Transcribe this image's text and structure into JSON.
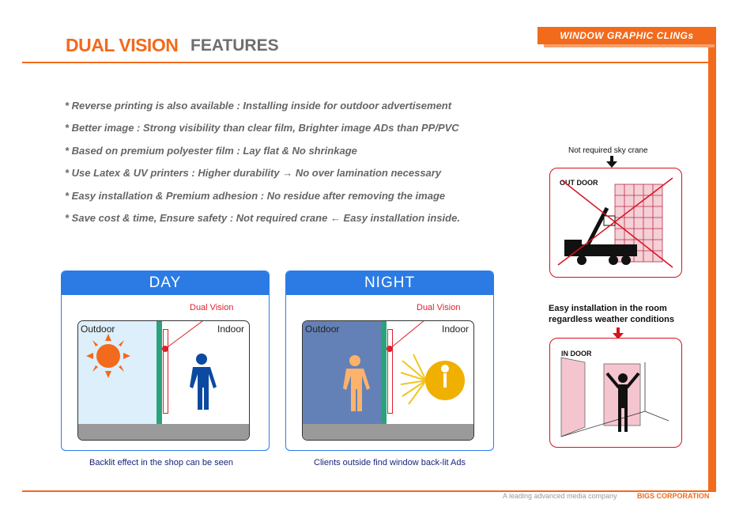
{
  "header": {
    "title_main": "DUAL VISION",
    "title_sub": "FEATURES",
    "tag": "WINDOW GRAPHIC CLINGs"
  },
  "bullets": [
    "* Reverse printing is also available : Installing inside for outdoor advertisement",
    "* Better image : Strong visibility than clear film, Brighter image ADs than PP/PVC",
    "* Based on premium polyester film : Lay flat & No shrinkage",
    "* Use Latex & UV printers : Higher durability  → No over lamination necessary",
    "* Easy installation & Premium adhesion : No residue after removing the image",
    "* Save cost & time, Ensure safety : Not required crane  ← Easy installation inside."
  ],
  "day": {
    "title": "DAY",
    "outdoor": "Outdoor",
    "indoor": "Indoor",
    "dual_vision": "Dual Vision",
    "caption": "Backlit effect in the shop can be seen"
  },
  "night": {
    "title": "NIGHT",
    "outdoor": "Outdoor",
    "indoor": "Indoor",
    "dual_vision": "Dual Vision",
    "lamp": "Lamp light",
    "caption": "Clients outside find window back-lit Ads"
  },
  "outdoor_install": {
    "caption": "Not required sky crane",
    "label": "OUT DOOR"
  },
  "indoor_install": {
    "caption_line1": "Easy installation in the room",
    "caption_line2": "regardless weather conditions",
    "label": "IN DOOR"
  },
  "footer": {
    "tagline": "A leading advanced media company",
    "company": "BIGS CORPORATION"
  },
  "colors": {
    "accent": "#f26a1b",
    "panel_blue": "#2c7be5",
    "alert_red": "#d7111e",
    "caption_navy": "#1a237e"
  }
}
